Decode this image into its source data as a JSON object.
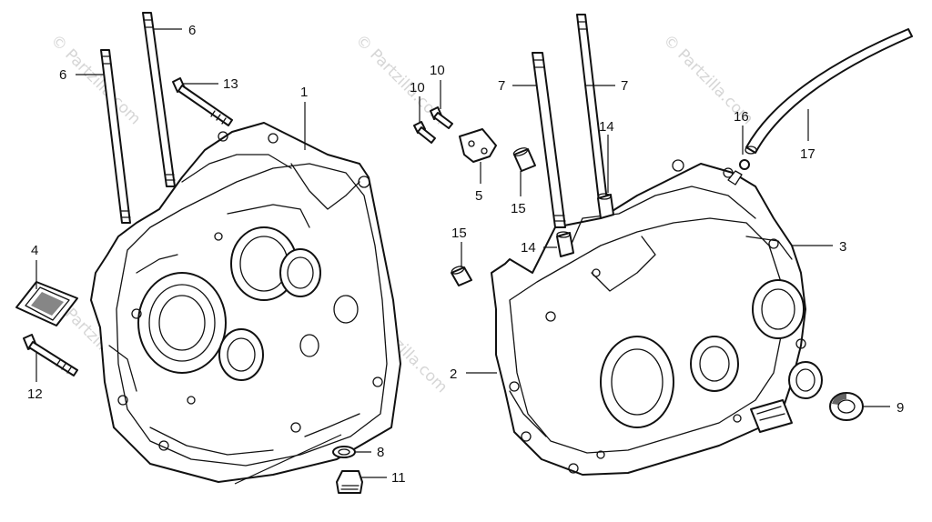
{
  "callouts": [
    {
      "id": "c6a",
      "label": "6"
    },
    {
      "id": "c6b",
      "label": "6"
    },
    {
      "id": "c13",
      "label": "13"
    },
    {
      "id": "c1",
      "label": "1"
    },
    {
      "id": "c4",
      "label": "4"
    },
    {
      "id": "c12",
      "label": "12"
    },
    {
      "id": "c8",
      "label": "8"
    },
    {
      "id": "c11",
      "label": "11"
    },
    {
      "id": "c10a",
      "label": "10"
    },
    {
      "id": "c10b",
      "label": "10"
    },
    {
      "id": "c5",
      "label": "5"
    },
    {
      "id": "c15a",
      "label": "15"
    },
    {
      "id": "c15b",
      "label": "15"
    },
    {
      "id": "c7a",
      "label": "7"
    },
    {
      "id": "c7b",
      "label": "7"
    },
    {
      "id": "c14a",
      "label": "14"
    },
    {
      "id": "c14b",
      "label": "14"
    },
    {
      "id": "c16",
      "label": "16"
    },
    {
      "id": "c17",
      "label": "17"
    },
    {
      "id": "c3",
      "label": "3"
    },
    {
      "id": "c2",
      "label": "2"
    },
    {
      "id": "c9",
      "label": "9"
    }
  ],
  "watermark": "© Partzilla.com"
}
